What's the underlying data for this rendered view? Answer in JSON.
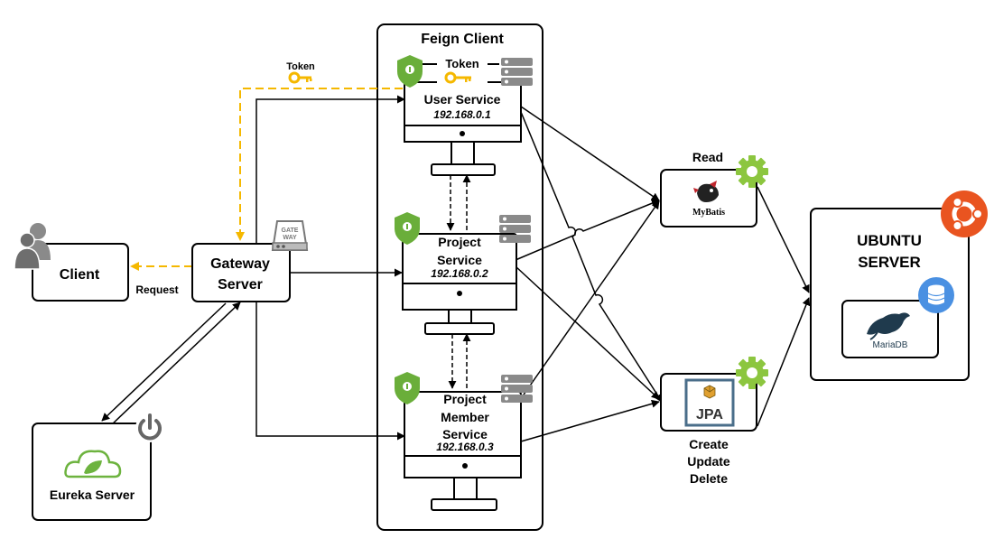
{
  "feign_client": {
    "title": "Feign Client"
  },
  "client": {
    "label": "Client"
  },
  "gateway": {
    "line1": "Gateway",
    "line2": "Server",
    "badge_line1": "GATE",
    "badge_line2": "WAY"
  },
  "eureka": {
    "label": "Eureka Server"
  },
  "edge_labels": {
    "request": "Request",
    "token_top": "Token"
  },
  "services": [
    {
      "lines": [
        "User Service"
      ],
      "ip": "192.168.0.1"
    },
    {
      "lines": [
        "Project",
        "Service"
      ],
      "ip": "192.168.0.2"
    },
    {
      "lines": [
        "Project",
        "Member",
        "Service"
      ],
      "ip": "192.168.0.3"
    }
  ],
  "token_link": {
    "label": "Token"
  },
  "mybatis": {
    "label": "Read",
    "logo_text": "MyBatis"
  },
  "jpa": {
    "logo_text": "JPA",
    "lines": [
      "Create",
      "Update",
      "Delete"
    ]
  },
  "ubuntu": {
    "line1": "UBUNTU",
    "line2": "SERVER"
  },
  "mariadb": {
    "logo_text": "MariaDB"
  },
  "colors": {
    "token_gold": "#F5B800",
    "shield_green": "#6AAE3A",
    "gear_green": "#8CC63F",
    "ubuntu_orange": "#E95420",
    "db_blue": "#4A90E2"
  },
  "icons": [
    "user-group-icon",
    "power-icon",
    "spring-leaf-icon",
    "gateway-icon",
    "shield-icon",
    "server-stack-icon",
    "key-icon",
    "gear-icon",
    "mybatis-bird-icon",
    "jpa-logo-icon",
    "ubuntu-icon",
    "database-icon",
    "mariadb-seal-icon"
  ]
}
